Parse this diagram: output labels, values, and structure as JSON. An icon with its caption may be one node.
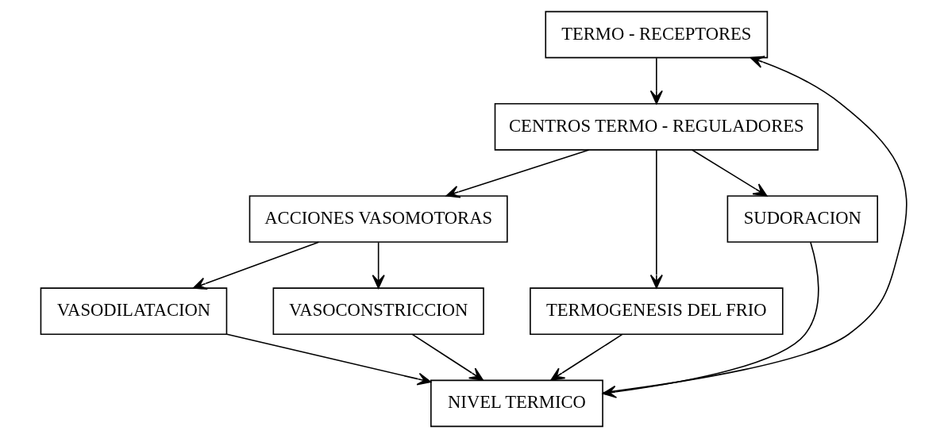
{
  "diagram": {
    "nodes": [
      {
        "text": [
          "CENTROS TERMO - REGULADORES"
        ]
      },
      {
        "text": [
          "TERMO - RECEPTORES"
        ]
      },
      {
        "text": [
          "ACCIONES VASOMOTORAS"
        ]
      },
      {
        "text": [
          "TERMOGENESIS DEL FRIO"
        ]
      },
      {
        "text": [
          "SUDORACION"
        ]
      },
      {
        "text": [
          "VASODILATACION"
        ]
      },
      {
        "text": [
          "VASOCONSTRICCION"
        ]
      },
      {
        "text": [
          "NIVEL TERMICO"
        ]
      }
    ],
    "edges": [
      {
        "from": 1,
        "to": 0,
        "arrow": "to"
      },
      {
        "from": 0,
        "to": 2,
        "arrow": "to"
      },
      {
        "from": 0,
        "to": 3,
        "arrow": "to"
      },
      {
        "from": 0,
        "to": 4,
        "arrow": "to"
      },
      {
        "from": 2,
        "to": 5,
        "arrow": "to"
      },
      {
        "from": 2,
        "to": 6,
        "arrow": "to"
      },
      {
        "from": 5,
        "to": 7,
        "arrow": "to"
      },
      {
        "from": 6,
        "to": 7,
        "arrow": "to"
      },
      {
        "from": 3,
        "to": 7,
        "arrow": "to"
      },
      {
        "from": 4,
        "to": 7,
        "arrow": "to"
      },
      {
        "from": 7,
        "to": 1,
        "arrow": "to"
      }
    ]
  }
}
